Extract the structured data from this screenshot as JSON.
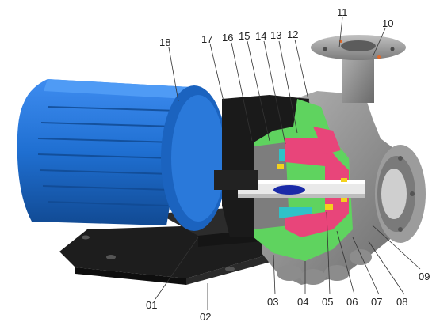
{
  "figure": {
    "colors": {
      "motor_blue": "#1f6fd1",
      "motor_blue_dark": "#15509b",
      "casing_grey": "#8a8a8a",
      "base_black": "#1d1d1d",
      "liner_green": "#5fd35f",
      "rotor_pink": "#e8457a",
      "magnet_cyan": "#2fc2c8",
      "bushing_yellow": "#f3d21c",
      "shaft_white": "#e9e9e9"
    }
  },
  "callouts": {
    "c01": "01",
    "c02": "02",
    "c03": "03",
    "c04": "04",
    "c05": "05",
    "c06": "06",
    "c07": "07",
    "c08": "08",
    "c09": "09",
    "c10": "10",
    "c11": "11",
    "c12": "12",
    "c13": "13",
    "c14": "14",
    "c15": "15",
    "c16": "16",
    "c17": "17",
    "c18": "18"
  }
}
